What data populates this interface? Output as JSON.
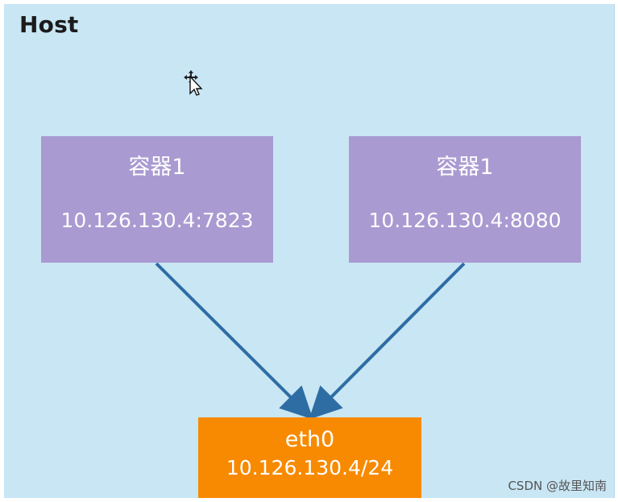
{
  "host": {
    "label": "Host"
  },
  "containers": [
    {
      "title": "容器1",
      "address": "10.126.130.4:7823"
    },
    {
      "title": "容器1",
      "address": "10.126.130.4:8080"
    }
  ],
  "interface": {
    "name": "eth0",
    "address": "10.126.130.4/24"
  },
  "watermark": "CSDN @故里知南",
  "colors": {
    "host_background": "#c9e6f4",
    "container_fill": "#a99ad1",
    "interface_fill": "#f78a00",
    "arrow": "#2e6da4"
  },
  "icons": {
    "cursor": "move-cursor-icon"
  }
}
